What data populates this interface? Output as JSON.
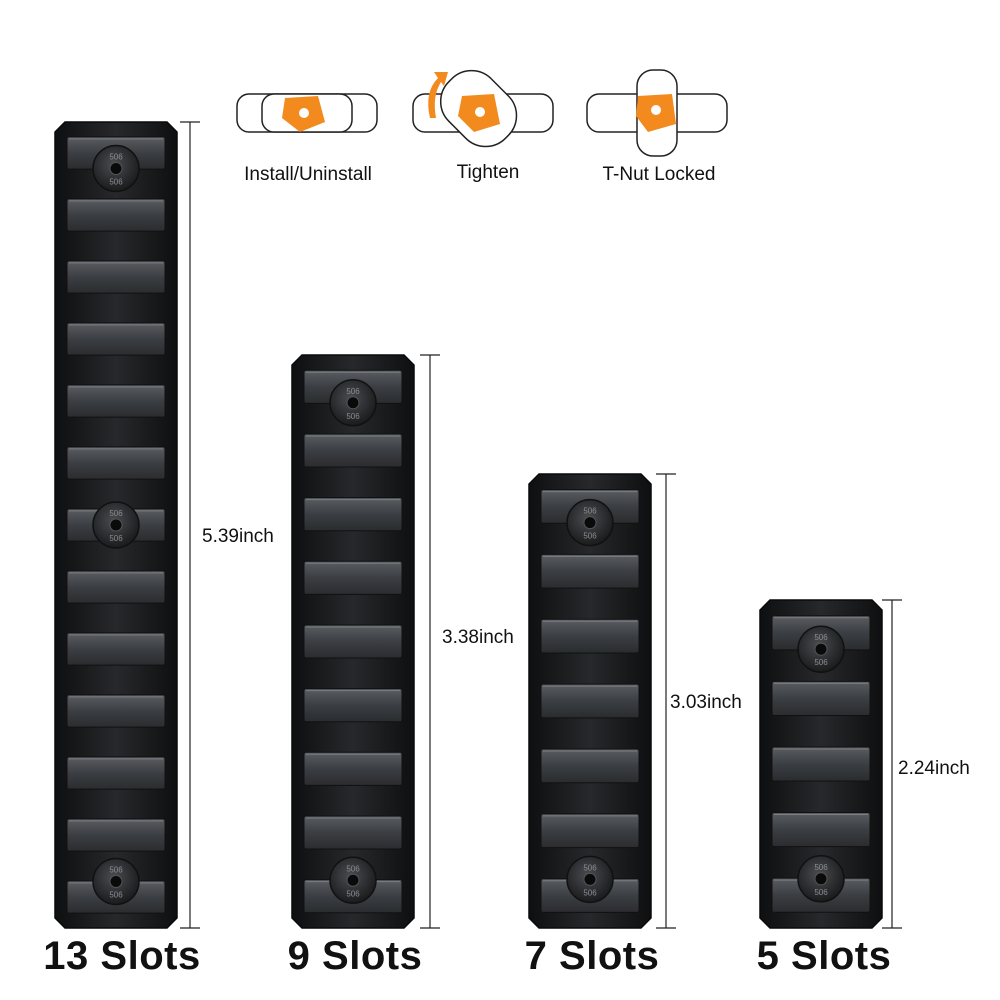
{
  "steps": [
    {
      "label": "Install/Uninstall"
    },
    {
      "label": "Tighten"
    },
    {
      "label": "T-Nut Locked"
    }
  ],
  "rails": [
    {
      "slots_label": "13 Slots",
      "length_label": "5.39inch",
      "slots": 13,
      "screw_marking": "506"
    },
    {
      "slots_label": "9 Slots",
      "length_label": "3.38inch",
      "slots": 9,
      "screw_marking": "506"
    },
    {
      "slots_label": "7 Slots",
      "length_label": "3.03inch",
      "slots": 7,
      "screw_marking": "506"
    },
    {
      "slots_label": "5 Slots",
      "length_label": "2.24inch",
      "slots": 5,
      "screw_marking": "506"
    }
  ],
  "colors": {
    "accent": "#F28A1E",
    "rail": "#1c1d1f",
    "rail_face": "#3a3c3f"
  }
}
